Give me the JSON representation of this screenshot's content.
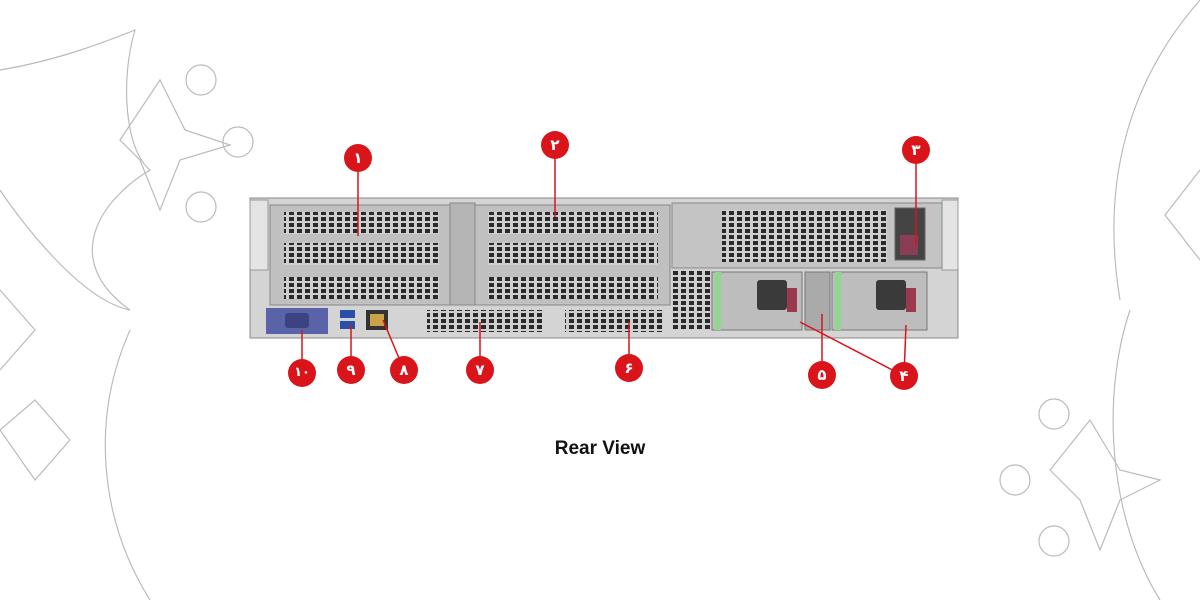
{
  "caption": "Rear View",
  "callouts": [
    "۱",
    "۲",
    "۳",
    "۴",
    "۵",
    "۶",
    "۷",
    "۸",
    "۹",
    "۱۰"
  ],
  "colors": {
    "callout": "#d9141b",
    "chassis": "#c9c9c9",
    "vga": "#5b63a8",
    "psu_handle": "#9b3a4e"
  }
}
